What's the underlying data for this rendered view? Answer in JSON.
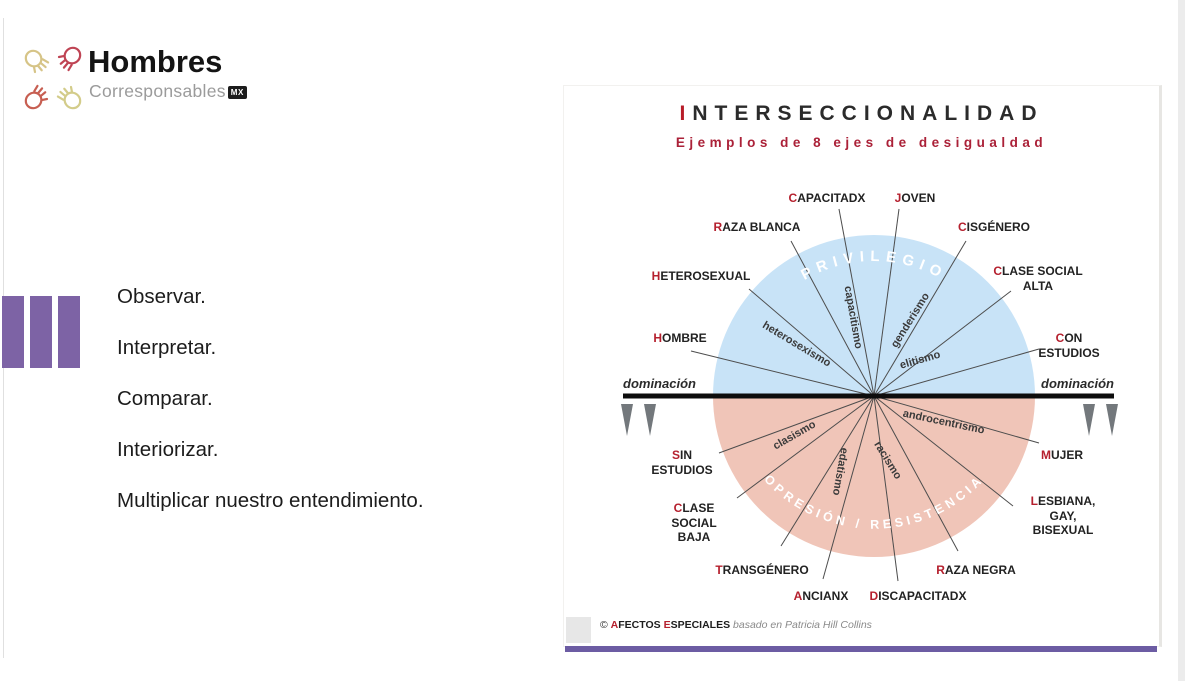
{
  "logo": {
    "title": "Hombres",
    "subtitle": "Corresponsables",
    "badge": "MX"
  },
  "slide": {
    "items": [
      {
        "label": "Observar."
      },
      {
        "label": "Interpretar."
      },
      {
        "label": "Comparar."
      },
      {
        "label": "Interiorizar."
      },
      {
        "label": "Multiplicar nuestro entendimiento."
      }
    ]
  },
  "diagram": {
    "title_first": "I",
    "title_rest": "NTERSECCIONALIDAD",
    "subtitle": "Ejemplos de 8 ejes de desigualdad",
    "zone_top": "PRIVILEGIO",
    "zone_bottom": "OPRESIÓN / RESISTENCIA",
    "domination": "dominación",
    "labels": [
      {
        "first": "C",
        "rest": "APACITADX"
      },
      {
        "first": "J",
        "rest": "OVEN"
      },
      {
        "first": "R",
        "rest": "AZA BLANCA"
      },
      {
        "first": "C",
        "rest": "ISGÉNERO"
      },
      {
        "first": "H",
        "rest": "ETEROSEXUAL"
      },
      {
        "first": "C",
        "rest": "LASE SOCIAL ALTA"
      },
      {
        "first": "H",
        "rest": "OMBRE"
      },
      {
        "first": "C",
        "rest": "ON ESTUDIOS"
      },
      {
        "first": "S",
        "rest": "IN ESTUDIOS"
      },
      {
        "first": "C",
        "rest": "LASE SOCIAL BAJA"
      },
      {
        "first": "T",
        "rest": "RANSGÉNERO"
      },
      {
        "first": "A",
        "rest": "NCIANX"
      },
      {
        "first": "D",
        "rest": "ISCAPACITADX"
      },
      {
        "first": "R",
        "rest": "AZA NEGRA"
      },
      {
        "first": "L",
        "rest": "ESBIANA, GAY, BISEXUAL"
      },
      {
        "first": "M",
        "rest": "UJER"
      }
    ],
    "axes": [
      "heterosexismo",
      "capacitismo",
      "genderismo",
      "elitismo",
      "clasismo",
      "edatismo",
      "racismo",
      "androcentrismo"
    ],
    "footer": {
      "copyright": "©",
      "brand_a_first": "A",
      "brand_a_rest": "FECTOS ",
      "brand_e_first": "E",
      "brand_e_rest": "SPECIALES",
      "credit": " basado en Patricia Hill Collins"
    },
    "colors": {
      "privilege_blue": "#c8e3f7",
      "oppression_pink": "#f0c5b8",
      "accent_red": "#b5202e",
      "purple": "#7d63a5"
    }
  }
}
